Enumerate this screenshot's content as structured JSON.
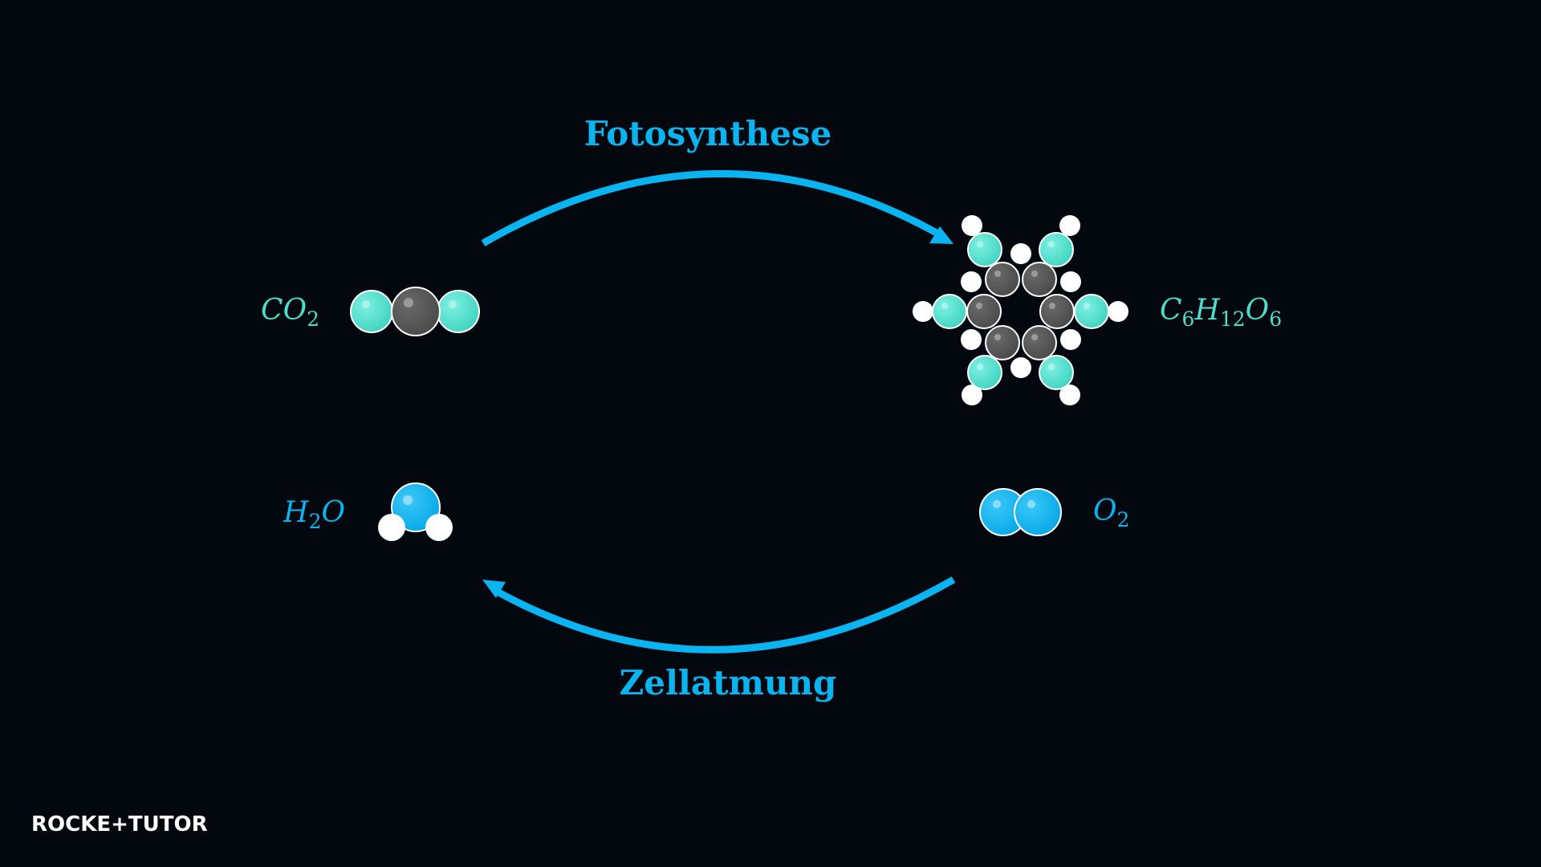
{
  "processes": {
    "photosynthesis": "Fotosynthese",
    "respiration": "Zellatmung"
  },
  "molecules": {
    "co2": {
      "base1": "CO",
      "sub1": "2"
    },
    "h2o": {
      "base1": "H",
      "sub1": "2",
      "base2": "O"
    },
    "glucose": {
      "base1": "C",
      "sub1": "6",
      "base2": "H",
      "sub2": "12",
      "base3": "O",
      "sub3": "6"
    },
    "o2": {
      "base1": "O",
      "sub1": "2"
    }
  },
  "logo": {
    "part1": "ROCKE",
    "plus": "+",
    "part2": "TUTO",
    "part3": "R"
  },
  "colors": {
    "background": "#02080e",
    "arrow": "#0ab4f0",
    "oxygen_teal": "#4fdcca",
    "oxygen_blue": "#0ab4f0",
    "carbon": "#555555",
    "hydrogen": "#ffffff"
  }
}
